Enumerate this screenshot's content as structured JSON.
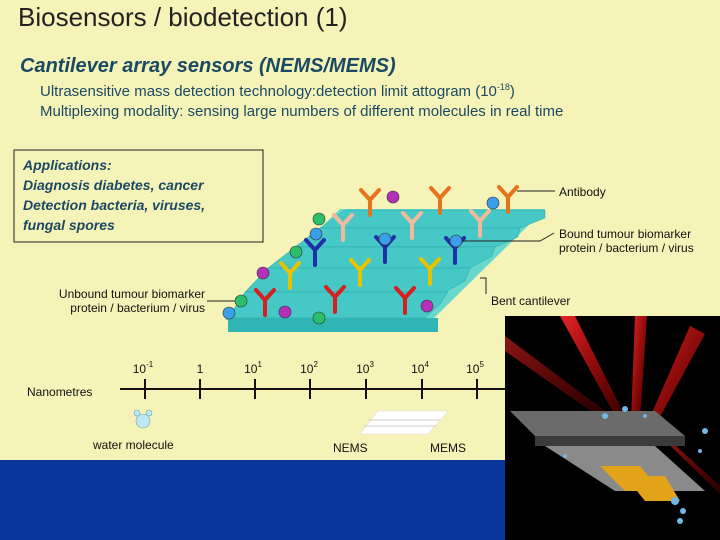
{
  "slide": {
    "title": "Biosensors / biodetection (1)",
    "subtitle": "Cantilever array sensors (NEMS/MEMS)",
    "bullets": [
      {
        "text": "Ultrasensitive mass detection technology:detection limit attogram (10",
        "sup": "-18",
        "tail": ")"
      },
      {
        "text": "Multiplexing modality: sensing large numbers of different molecules in real time"
      }
    ]
  },
  "applications": {
    "lines": [
      "Applications:",
      "Diagnosis diabetes, cancer",
      "Detection bacteria, viruses,",
      "fungal spores"
    ]
  },
  "diagram_labels": {
    "antibody": "Antibody",
    "bound": [
      "Bound tumour biomarker",
      "protein / bacterium / virus"
    ],
    "unbound": [
      "Unbound tumour biomarker",
      "protein / bacterium / virus"
    ],
    "bent": "Bent cantilever"
  },
  "scale": {
    "unit_label": "Nanometres",
    "ticks": [
      {
        "base": "10",
        "exp": "-1"
      },
      {
        "base": "1",
        "exp": ""
      },
      {
        "base": "10",
        "exp": "1"
      },
      {
        "base": "10",
        "exp": "2"
      },
      {
        "base": "10",
        "exp": "3"
      },
      {
        "base": "10",
        "exp": "4"
      },
      {
        "base": "10",
        "exp": "5"
      }
    ],
    "water": "water molecule",
    "nems": "NEMS",
    "mems": "MEMS"
  },
  "colors": {
    "background": "#f6f3b8",
    "title": "#222222",
    "accent_text": "#1a4a63",
    "cantilever": "#4fd1cf",
    "bottom_band": "#07359a"
  }
}
